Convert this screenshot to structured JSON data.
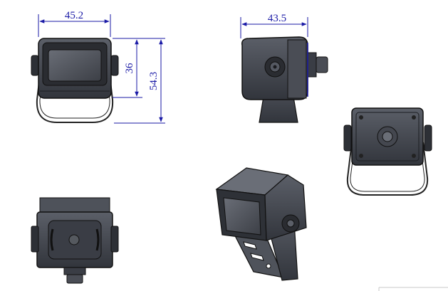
{
  "dimensions": {
    "front_width": "45.2",
    "front_body_height": "36",
    "front_total_height": "54.3",
    "side_depth": "43.5"
  },
  "colors": {
    "dimension": "#1a1aa6",
    "body_dark": "#3a3d45",
    "body_mid": "#565a63",
    "outline": "#111111",
    "bracket": "#222222"
  },
  "views": [
    "front-view",
    "side-view",
    "rear-view",
    "bottom-view",
    "isometric-view"
  ]
}
